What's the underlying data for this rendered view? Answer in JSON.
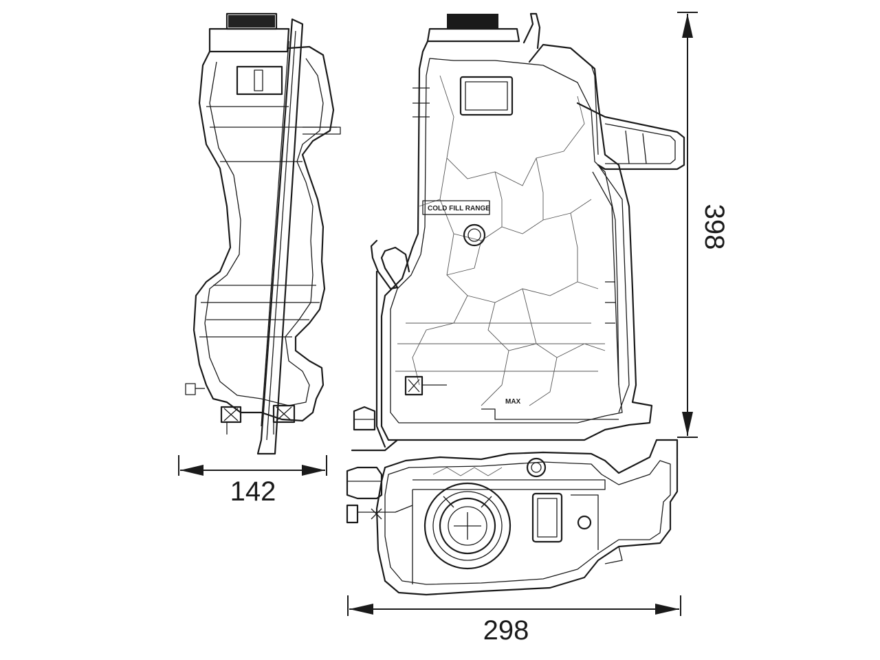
{
  "dimensions": {
    "width_side": "142",
    "height": "398",
    "width_front": "298"
  },
  "labels": {
    "cold_fill_range": "COLD FILL RANGE",
    "max_mark": "MAX"
  }
}
